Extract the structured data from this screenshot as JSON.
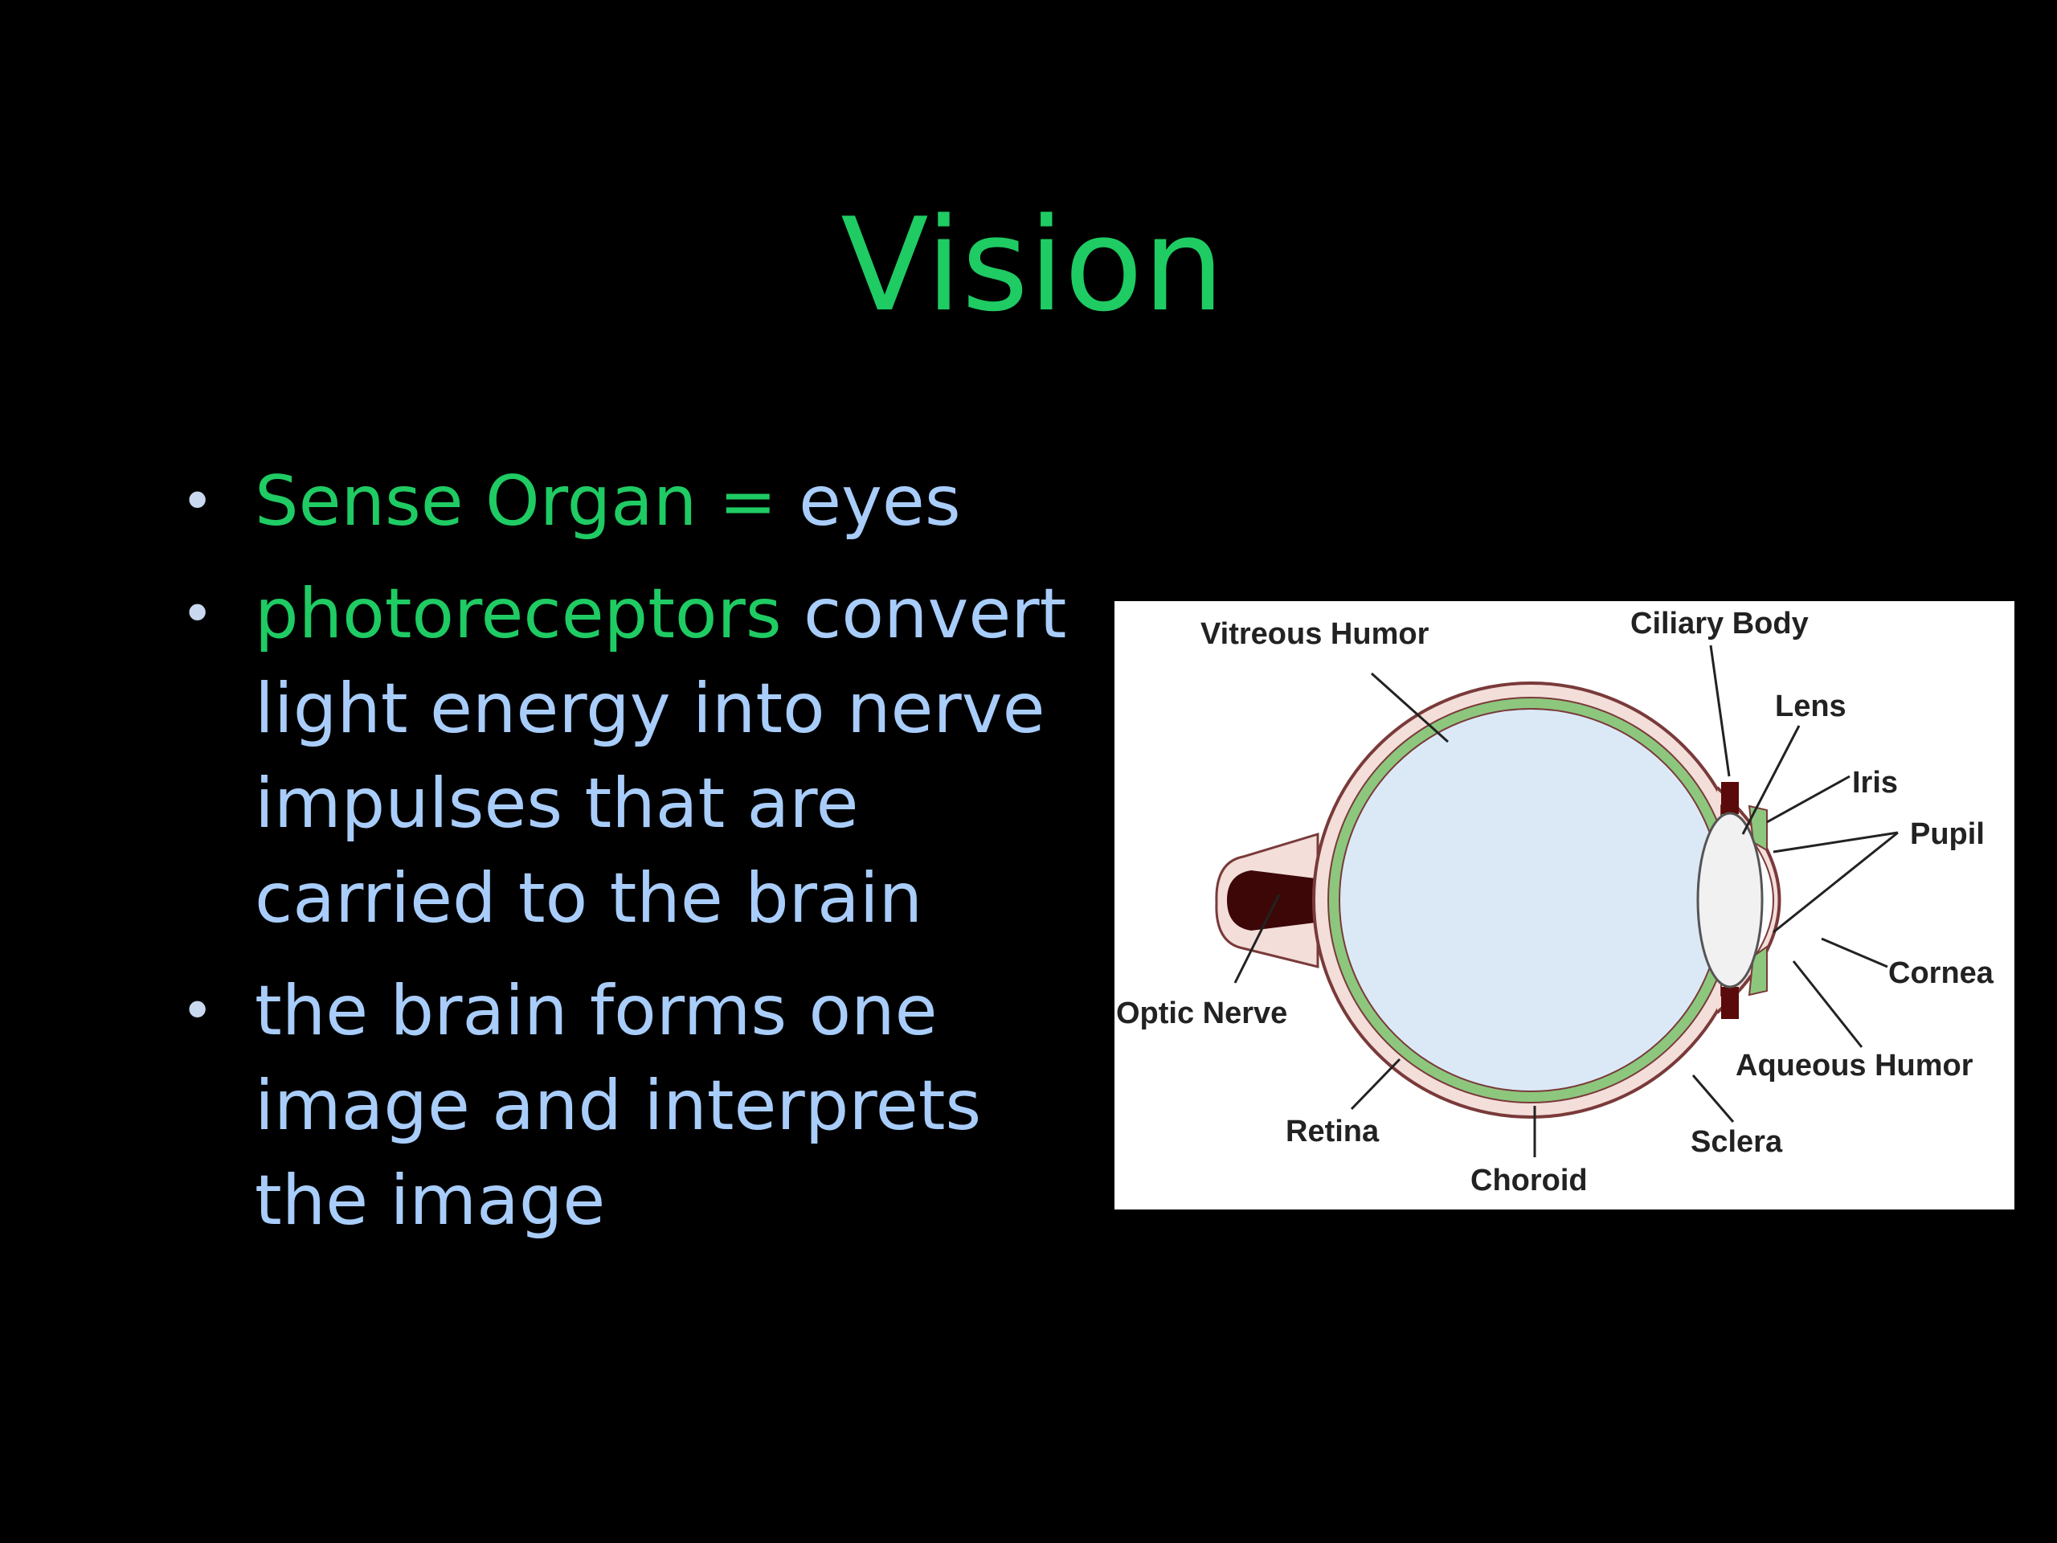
{
  "slide": {
    "title": "Vision",
    "bullets": [
      {
        "parts": [
          {
            "text": "Sense Organ = ",
            "color": "#1fcb63"
          },
          {
            "text": "eyes",
            "color": "#a9cdfa"
          }
        ]
      },
      {
        "parts": [
          {
            "text": "photoreceptors",
            "color": "#1fcb63"
          },
          {
            "text": " convert light energy into nerve impulses that are carried to the brain",
            "color": "#a9cdfa"
          }
        ]
      },
      {
        "parts": [
          {
            "text": "the brain forms one image and interprets the image",
            "color": "#a9cdfa"
          }
        ]
      }
    ]
  },
  "diagram": {
    "labels": {
      "vitreous_humor": "Vitreous Humor",
      "ciliary_body": "Ciliary Body",
      "lens": "Lens",
      "iris": "Iris",
      "pupil": "Pupil",
      "cornea": "Cornea",
      "aqueous_humor": "Aqueous Humor",
      "sclera": "Sclera",
      "choroid": "Choroid",
      "retina": "Retina",
      "optic_nerve": "Optic Nerve"
    },
    "colors": {
      "sclera": "#f3ded9",
      "outline": "#7a3a3a",
      "choroid": "#8dc77e",
      "vitreous": "#dbe9f7",
      "lens": "#f1f1f1",
      "nerve_core": "#3d0707"
    }
  }
}
